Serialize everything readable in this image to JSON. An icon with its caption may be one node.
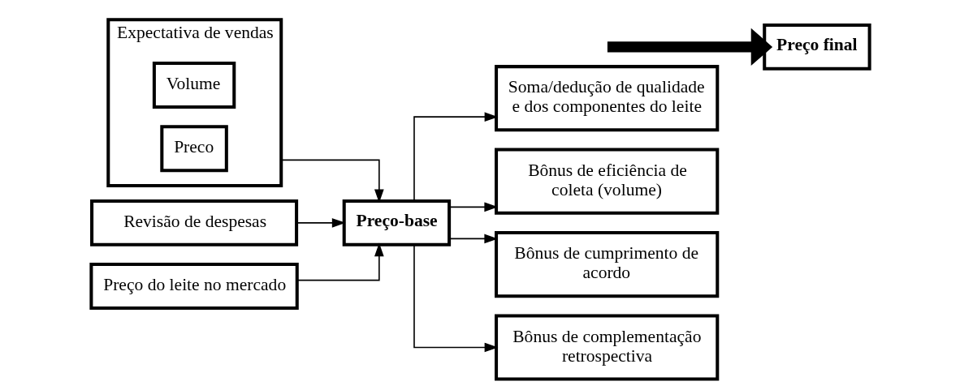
{
  "diagram": {
    "nodes": [
      {
        "text": [
          "Expectativa de vendas"
        ]
      },
      {
        "text": [
          "Volume"
        ],
        "in": 0
      },
      {
        "text": [
          "Preco"
        ],
        "in": 0
      },
      {
        "text": [
          "Revisão de despesas"
        ]
      },
      {
        "text": [
          "Preço do leite no mercado"
        ]
      },
      {
        "text": [
          "Preço-base"
        ]
      },
      {
        "text": [
          "Soma/dedução de qualidade e dos componentes do leite"
        ]
      },
      {
        "text": [
          "Bônus de eficiência de coleta (volume)"
        ]
      },
      {
        "text": [
          "Bônus de cumprimento de acordo"
        ]
      },
      {
        "text": [
          "Bônus de complementação retrospectiva"
        ]
      },
      {
        "text": [
          "Preço final"
        ]
      }
    ],
    "edges": [
      {
        "from": 0,
        "to": 5,
        "arrow": "to"
      },
      {
        "from": 3,
        "to": 5,
        "arrow": "to"
      },
      {
        "from": 4,
        "to": 5,
        "arrow": "to"
      },
      {
        "from": 5,
        "to": 6,
        "arrow": "to"
      },
      {
        "from": 5,
        "to": 7,
        "arrow": "to"
      },
      {
        "from": 5,
        "to": 8,
        "arrow": "to"
      },
      {
        "from": 5,
        "to": 9,
        "arrow": "to"
      },
      {
        "from": null,
        "to": 10,
        "arrow": "to",
        "style": "thick"
      }
    ]
  }
}
